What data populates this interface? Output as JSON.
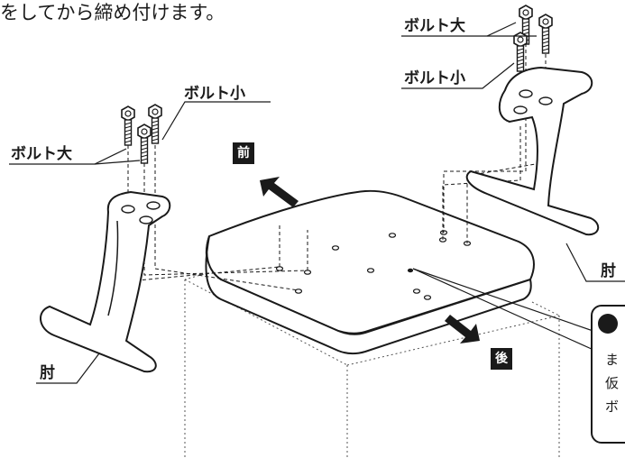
{
  "instruction": {
    "text": "をしてから締め付けます。"
  },
  "labels": {
    "bolt_large": "ボルト大",
    "bolt_small": "ボルト小",
    "armrest": "肘"
  },
  "directions": {
    "front": "前",
    "back": "後"
  },
  "callout": {
    "lines": [
      "ま",
      "仮",
      "ボ"
    ]
  },
  "colors": {
    "ink": "#1a1a1a",
    "paper": "#ffffff"
  },
  "icons": {
    "bolt": "bolt-icon",
    "front_arrow": "arrow-up-left-icon",
    "back_arrow": "arrow-down-right-icon"
  }
}
